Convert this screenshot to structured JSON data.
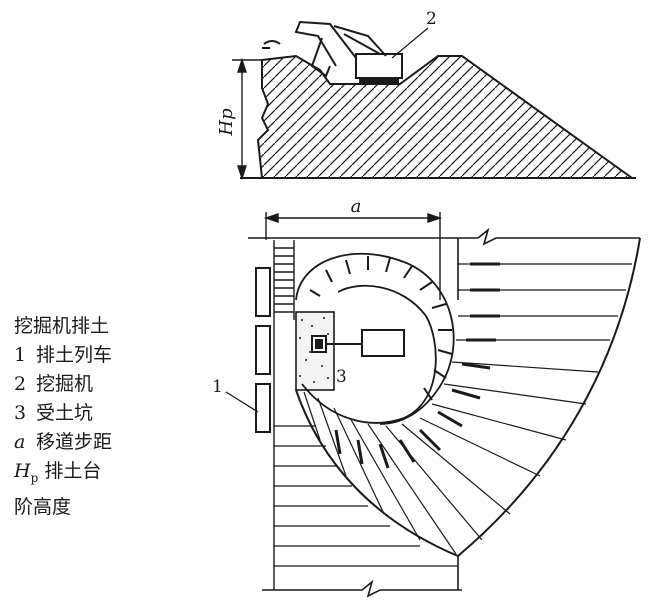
{
  "legend": {
    "title": "挖掘机排土",
    "items": [
      {
        "num": "1",
        "text": "排土列车"
      },
      {
        "num": "2",
        "text": "挖掘机"
      },
      {
        "num": "3",
        "text": "受土坑"
      }
    ],
    "a_symbol": "a",
    "a_text": "移道步距",
    "hp_symbol": "H",
    "hp_sub": "p",
    "hp_text_1": "排土台",
    "hp_text_2": "阶高度"
  },
  "labels": {
    "label_1": "1",
    "label_2": "2",
    "label_3": "3",
    "dim_a": "a",
    "dim_hp": "Hp"
  }
}
